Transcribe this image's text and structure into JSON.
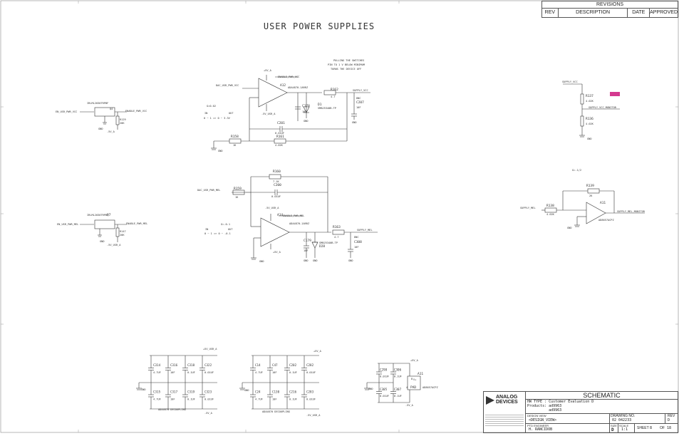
{
  "title": "USER POWER SUPPLIES",
  "revisions": {
    "heading": "REVISIONS",
    "columns": [
      "REV",
      "DESCRIPTION",
      "DATE",
      "APPROVED"
    ]
  },
  "note": {
    "line1": "PULLING THE SWITCHES",
    "line2": "PIN TO 1 V BELOW MINIMUM",
    "line3": "TURNS THE DEVICE OFF"
  },
  "top_circuit": {
    "in_net": "EN_USR_PWR_VCC",
    "enable_net": "ENABLE_PWR_VCC",
    "dac_net": "DAC_USR_PWR_VCC",
    "mosfet": "IRLML2030TRPBF",
    "q": "Q4",
    "r129": "R129",
    "r129_val": "20K",
    "rail_5v": "-5V_A",
    "gnd": "GND",
    "gain": "G=0.02",
    "range_in": "IN",
    "range_out": "OUT",
    "range_line": "0 ~ 1  =>  0 ~ 3.3V",
    "opamp": "A12",
    "opamp_part": "ADA4870-1ARRZ",
    "vp": "+5V_A",
    "vn": "-5V_USR_A",
    "en_pin": "EN_A",
    "r162": "R162",
    "r162_val": "4.7",
    "d1": "D1",
    "d1_part": "SMBJ5340B-TP",
    "c178": "C178",
    "c178_val": "10F",
    "c201": "C201",
    "c201_val": "0.01UF",
    "c207": "C207",
    "c207_val": "10F",
    "out_net": "SUPPLY_VCC",
    "dnc": "DNC",
    "r158": "R158",
    "r158_val": "1K",
    "r161": "R161",
    "r161_val": "4.02K"
  },
  "bottom_circuit": {
    "in_net": "EN_USR_PWR_MEL",
    "enable_net": "ENABLE_PWR_MEL",
    "dac_net": "DAC_USR_PWR_MEL",
    "mosfet": "IRLML2030TRPBF",
    "q": "Q7",
    "r147": "R147",
    "r147_val": "20K",
    "gain": "G=-0.1",
    "range_in": "IN",
    "range_out": "OUT",
    "range_line": "0 ~ 1  =>  0 ~ -0.1",
    "opamp": "A14",
    "opamp_part": "ADA4870-1ARRZ",
    "r159": "R159",
    "r159_val": "1K",
    "r160": "R160",
    "r160_val": "7.1K",
    "c200": "C200",
    "c200_val": "0.01UF",
    "r163": "R163",
    "r163_val": "4.7",
    "c179": "C179",
    "c179_val": "10F",
    "d28": "D28",
    "d28_part": "SMBJ5340B-TP",
    "c308": "C308",
    "c308_val": "10F",
    "out_net": "SUPPLY_MEL"
  },
  "monitor_vcc": {
    "net": "SUPPLY_VCC",
    "r137": "R137",
    "r137_val": "4.02K",
    "r136": "R136",
    "r136_val": "4.02K",
    "out_net": "SUPPLY_VCC_MONITOR",
    "gnd": "GND",
    "highlight": "#d4398f"
  },
  "monitor_mel": {
    "gain": "G=-1/2",
    "r139": "R139",
    "r139_val": "2K",
    "r138": "R138",
    "r138_val": "4.02K",
    "opamp": "A11",
    "opamp_part": "AD8657ACPZ",
    "in_net": "SUPPLY_MEL",
    "out_net": "SUPPLY_MEL_MONITOR",
    "gnd": "GND"
  },
  "decoupling_1": {
    "label": "ADA4870 DECOUPLING",
    "rail": "+5V_USR_A",
    "neg_rail": "-5V_A",
    "gnd": "GND",
    "caps": [
      {
        "ref": "C314",
        "val": "4.7UF"
      },
      {
        "ref": "C316",
        "val": "10F"
      },
      {
        "ref": "C318",
        "val": "0.1UF"
      },
      {
        "ref": "C322",
        "val": "0.01UF"
      },
      {
        "ref": "C315",
        "val": "4.7UF"
      },
      {
        "ref": "C317",
        "val": "10F"
      },
      {
        "ref": "C319",
        "val": "0.1UF"
      },
      {
        "ref": "C323",
        "val": "0.01UF"
      }
    ]
  },
  "decoupling_2": {
    "label": "ADA4870 DECOUPLING",
    "rail": "+5V_A",
    "neg_rail": "-5V_USR_A",
    "gnd": "GND",
    "caps": [
      {
        "ref": "C14",
        "val": "4.7UF"
      },
      {
        "ref": "C47",
        "val": "10F"
      },
      {
        "ref": "C202",
        "val": "0.1UF"
      },
      {
        "ref": "C282",
        "val": "0.01UF"
      },
      {
        "ref": "C24",
        "val": "4.7UF"
      },
      {
        "ref": "C130",
        "val": "10F"
      },
      {
        "ref": "C216",
        "val": "0.1UF"
      },
      {
        "ref": "C283",
        "val": "0.01UF"
      }
    ]
  },
  "decoupling_3": {
    "rail": "+5V_A",
    "neg_rail": "-5V_A",
    "gnd": "GND",
    "opamp": "A11",
    "opamp_part": "AD8657ACPZ",
    "caps": [
      {
        "ref": "C298",
        "val": "0.01UF"
      },
      {
        "ref": "C306",
        "val": "0.1UF"
      },
      {
        "ref": "C305",
        "val": "0.01UF"
      },
      {
        "ref": "C307",
        "val": "0.1UF"
      }
    ],
    "pin_vp": "8",
    "pin_vn": "4",
    "v_label": "V+",
    "pad_label": "PAD"
  },
  "title_block": {
    "company_line1": "ANALOG",
    "company_line2": "DEVICES",
    "heading": "SCHEMATIC",
    "info1": "HW TYPE  : Customer Evaluation D",
    "info2": "Products: ad9963",
    "info3": "          ad9963",
    "design_view_label": "DESIGN VIEW",
    "design_view": "<DESIGN_VIEW>",
    "engineer_label": "PTD ENGINEER",
    "engineer": "H. RANCIDOB",
    "drawing_label": "DRAWING NO.",
    "drawing_no": "02 042233",
    "rev_label": "REV",
    "rev": "D",
    "size_label": "SIZE",
    "size": "D",
    "scale_label": "SCALE",
    "scale": "1:1",
    "sheet_label": "SHEET",
    "sheet": "8",
    "of_label": "OF",
    "of": "18"
  }
}
